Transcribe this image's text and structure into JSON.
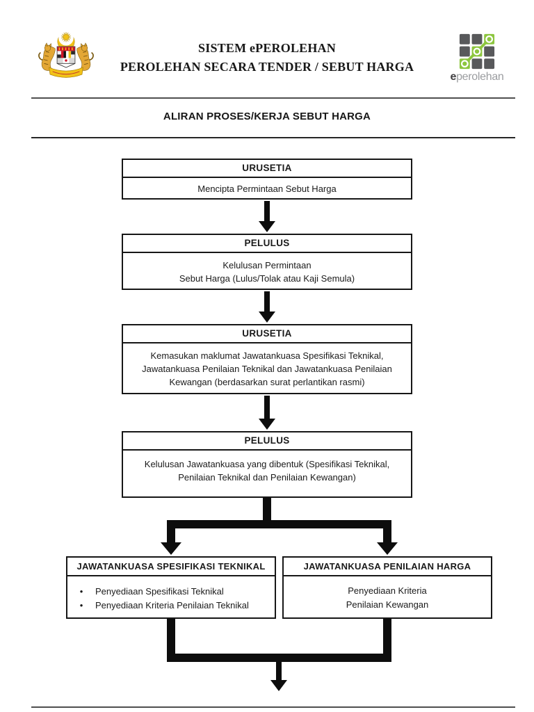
{
  "header": {
    "line1": "SISTEM ePEROLEHAN",
    "line2": "PEROLEHAN SECARA TENDER / SEBUT HARGA",
    "logo": {
      "lead": "e",
      "rest": "perolehan"
    }
  },
  "section": {
    "title": "ALIRAN PROSES/KERJA SEBUT HARGA"
  },
  "flowchart": {
    "bullet_char": "•",
    "nodes": [
      {
        "header": "URUSETIA",
        "lines": [
          "Mencipta Permintaan Sebut Harga"
        ]
      },
      {
        "header": "PELULUS",
        "lines": [
          "Kelulusan Permintaan",
          "Sebut Harga (Lulus/Tolak atau Kaji Semula)"
        ]
      },
      {
        "header": "URUSETIA",
        "lines": [
          "Kemasukan maklumat Jawatankuasa Spesifikasi Teknikal,",
          "Jawatankuasa Penilaian Teknikal dan Jawatankuasa Penilaian",
          "Kewangan (berdasarkan surat perlantikan rasmi)"
        ]
      },
      {
        "header": "PELULUS",
        "lines": [
          "Kelulusan Jawatankuasa yang dibentuk (Spesifikasi Teknikal,",
          "Penilaian Teknikal dan Penilaian Kewangan)"
        ]
      }
    ],
    "branches": {
      "left": {
        "header": "JAWATANKUASA SPESIFIKASI TEKNIKAL",
        "bullets": [
          "Penyediaan Spesifikasi Teknikal",
          "Penyediaan Kriteria Penilaian Teknikal"
        ]
      },
      "right": {
        "header": "JAWATANKUASA PENILAIAN HARGA",
        "lines": [
          "Penyediaan Kriteria",
          "Penilaian Kewangan"
        ]
      }
    }
  },
  "colors": {
    "ink": "#1A1A1A",
    "connector_black": "#0D0D0D",
    "rule_gray": "#4F4F4F",
    "logo_green": "#8DC63F",
    "logo_gray": "#58595B",
    "crest_gold": "#F2C218",
    "crest_red": "#CE1126"
  }
}
